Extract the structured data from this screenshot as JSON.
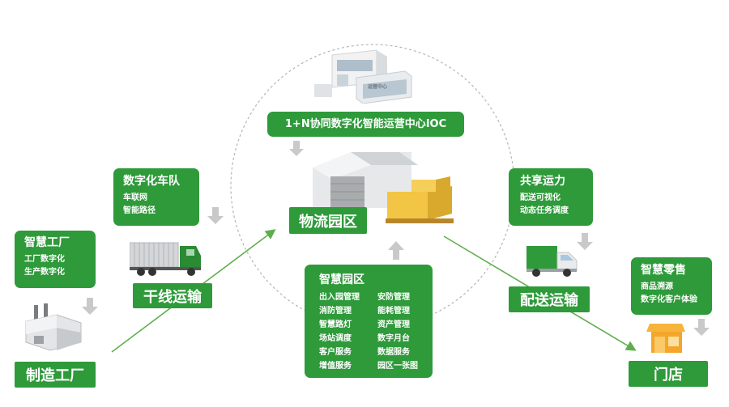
{
  "ioc": {
    "title": "1+N协同数字化智能运营中心IOC",
    "building_sign": "运营中心"
  },
  "logistics_park": {
    "label": "物流园区"
  },
  "digital_fleet": {
    "title": "数字化车队",
    "items": [
      "车联网",
      "智能路径"
    ]
  },
  "trunk_transport": {
    "label": "干线运输"
  },
  "smart_factory": {
    "title": "智慧工厂",
    "items": [
      "工厂数字化",
      "生产数字化"
    ]
  },
  "manufacturing_factory": {
    "label": "制造工厂"
  },
  "smart_park": {
    "title": "智慧园区",
    "items": [
      "出入园管理",
      "安防管理",
      "消防管理",
      "能耗管理",
      "智慧路灯",
      "资产管理",
      "场站调度",
      "数字月台",
      "客户服务",
      "数据服务",
      "增值服务",
      "园区一张图"
    ]
  },
  "shared_capacity": {
    "title": "共享运力",
    "items": [
      "配送可视化",
      "动态任务调度"
    ]
  },
  "delivery_transport": {
    "label": "配送运输"
  },
  "smart_retail": {
    "title": "智慧零售",
    "items": [
      "商品溯源",
      "数字化客户体验"
    ]
  },
  "store": {
    "label": "门店"
  },
  "colors": {
    "green": "#2e9a3a",
    "arrow_gray": "#c9c9c9",
    "line_green": "#5fae4e"
  }
}
